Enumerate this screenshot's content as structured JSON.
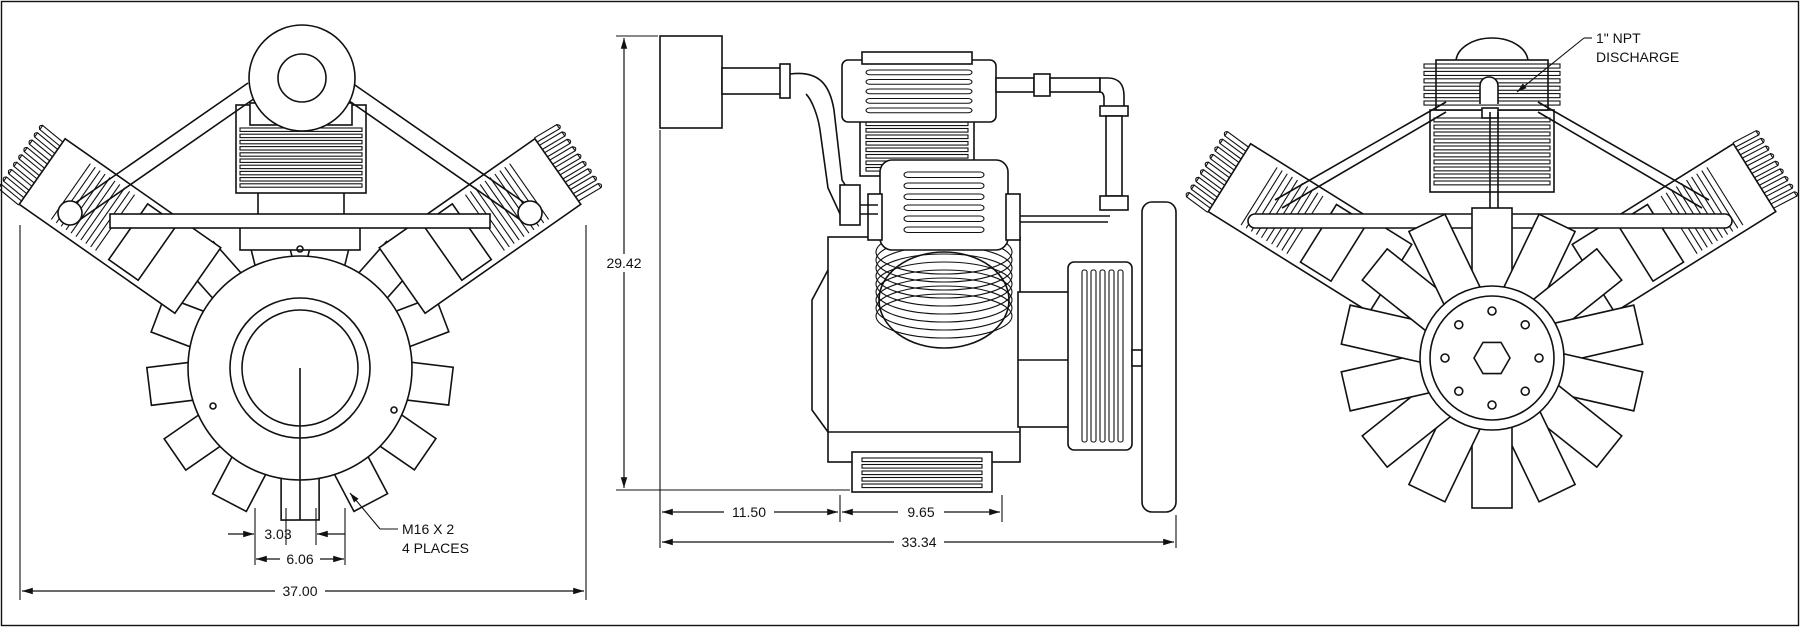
{
  "drawing": {
    "title": "",
    "colors": {
      "line": "#111111",
      "background": "#ffffff"
    }
  },
  "front_view": {
    "dim_overall_width": "37.00",
    "dim_hole_small": "3.03",
    "dim_hole_large": "6.06",
    "callout_line1": "M16 X 2",
    "callout_line2": "4 PLACES"
  },
  "side_view": {
    "dim_height": "29.42",
    "dim_base_left": "11.50",
    "dim_base_right": "9.65",
    "dim_overall_length": "33.34"
  },
  "rear_view": {
    "callout_line1": "1\" NPT",
    "callout_line2": "DISCHARGE"
  }
}
